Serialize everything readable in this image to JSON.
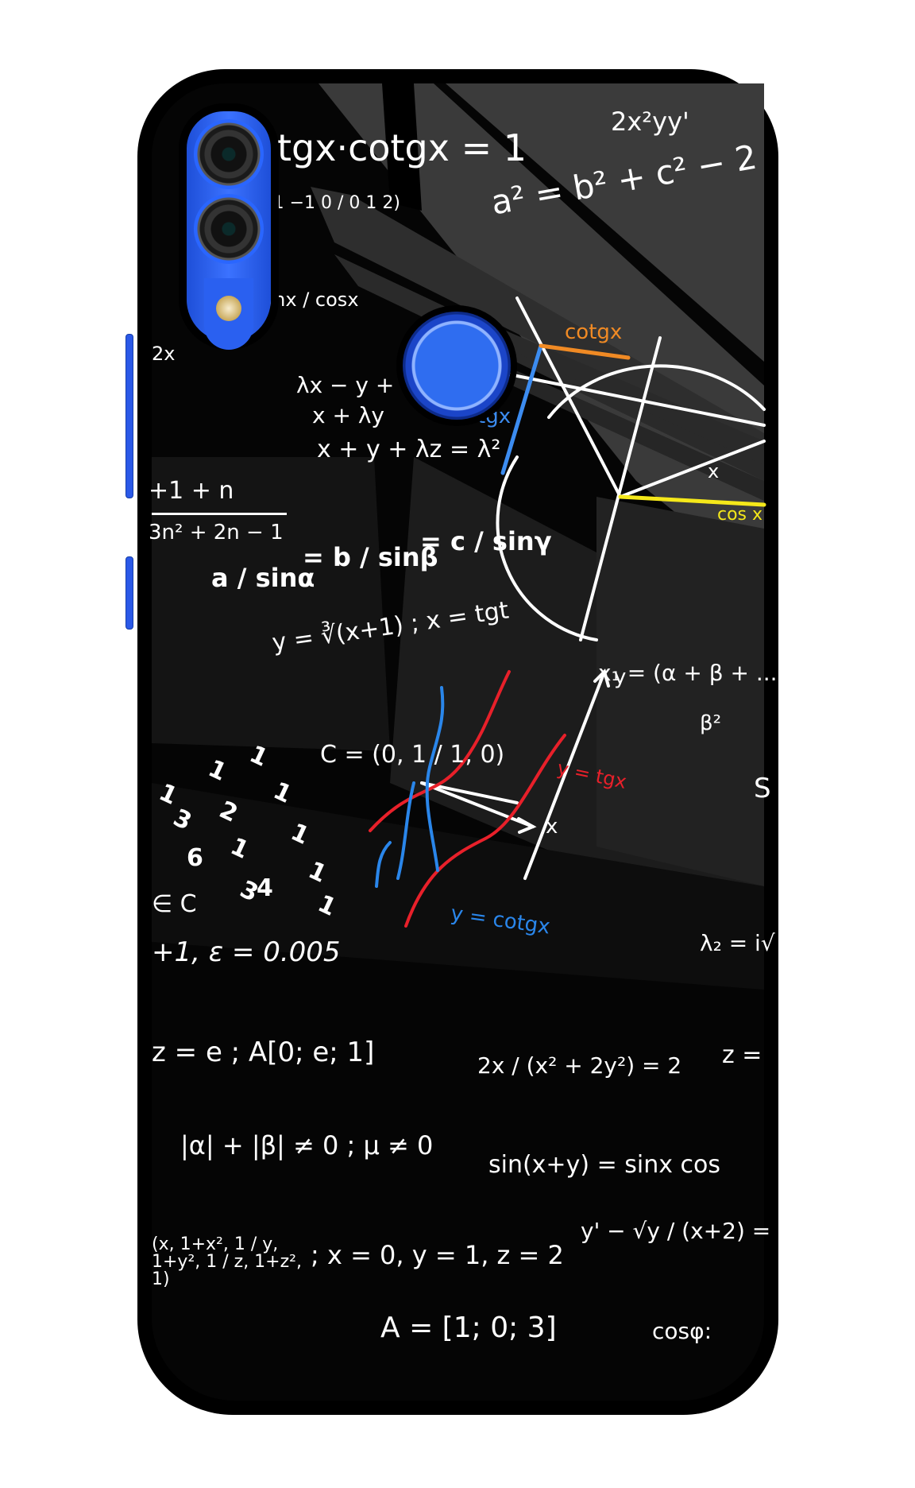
{
  "product": {
    "type": "phone-back-case",
    "theme": "math chalkboard",
    "colors": {
      "case_rim": "#000000",
      "board": "#050505",
      "reflection": "#3a3a3a",
      "chalk": "#ffffff",
      "camera_module": "#2b63f0",
      "fingerprint": "#2f6df0",
      "tan_line": "#3c8cf0",
      "cotan_line": "#f08a24",
      "cos_line": "#f5e81a",
      "tan_graph": "#e8202a",
      "cotan_graph": "#2a86ea"
    }
  },
  "formulas": {
    "f1": "tgx·cotgx = 1",
    "f2": "2x²yy'",
    "f3": "a² = b² + c² − 2",
    "f4": "(1  −1  0 / 0  1  2)",
    "f5": "sinx / cosx",
    "f6": "2x",
    "f7": "λx − y +",
    "f8": "x + λy",
    "f9": "x + y + λz = λ²",
    "f10": "+1 + n",
    "f11": "3n² + 2n − 1",
    "f12a": "a / sinα",
    "f12b": "= b / sinβ",
    "f12c": "= c / sinγ",
    "f13": "y = ∛(x+1)   ; x = tgt",
    "f14": "x₁ = (α + β + ...",
    "f15": "β²",
    "f16": "C = (0, 1 / 1, 0)",
    "f17": "λ₂ = i√",
    "f18": "∈ C",
    "f19": "+1, ε = 0.005",
    "f20": "z = e ; A[0; e; 1]",
    "f21": "2x / (x² + 2y²) = 2",
    "f22": "z =",
    "f23": "|α| + |β| ≠ 0 ; μ ≠ 0",
    "f24": "sin(x+y) = sinx cos",
    "f25": "y' − √y / (x+2) =",
    "f26": "(x, 1+x², 1 / y, 1+y², 1 / z, 1+z², 1)",
    "f27": "; x = 0, y = 1, z = 2",
    "f28": "A = [1; 0; 3]",
    "f29": "cosφ:",
    "f30": "S"
  },
  "number_triangle": [
    "1",
    "1",
    "1",
    "1",
    "2",
    "1",
    "3",
    "1",
    "6",
    "3",
    "4",
    "1",
    "1"
  ],
  "unit_circle": {
    "labels": {
      "tan": "tgx",
      "cotan": "cotgx",
      "cos": "cos x",
      "angle": "x"
    }
  },
  "graph": {
    "axis_x": "x",
    "axis_y": "y",
    "label_tan": "y = tgx",
    "label_cotan": "y = cotgx"
  }
}
